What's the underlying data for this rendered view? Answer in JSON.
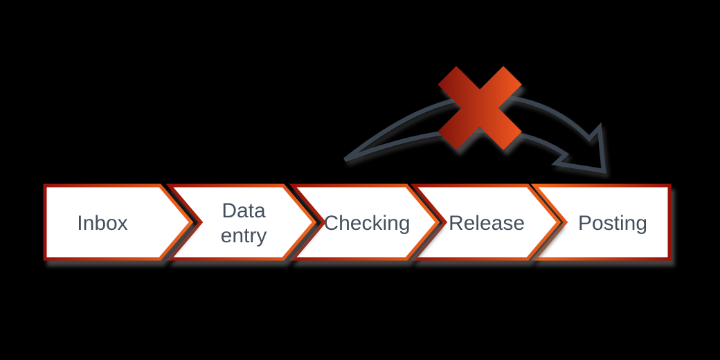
{
  "background": "#000000",
  "colors": {
    "chevron_border_dark": "#99120A",
    "chevron_border_orange": "#F2661E",
    "chevron_fill": "#FFFFFF",
    "x_mark_dark": "#7E120B",
    "x_mark_orange": "#F4581F",
    "arrow_outline": "#3A4450",
    "label_text": "#44505E"
  },
  "process": {
    "steps": [
      {
        "order": 1,
        "label": "Inbox"
      },
      {
        "order": 2,
        "label": "Data entry",
        "line1": "Data",
        "line2": "entry"
      },
      {
        "order": 3,
        "label": "Checking"
      },
      {
        "order": 4,
        "label": "Release"
      },
      {
        "order": 5,
        "label": "Posting"
      }
    ]
  },
  "annotation": {
    "icons": [
      {
        "name": "curved-skip-arrow-icon",
        "meaning": "skip from Checking to Posting"
      },
      {
        "name": "x-mark-icon",
        "meaning": "skipping crossed out"
      }
    ]
  }
}
